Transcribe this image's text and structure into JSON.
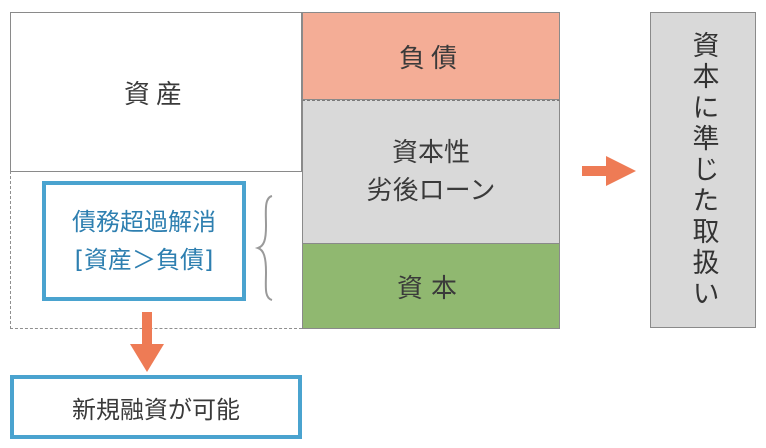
{
  "diagram": {
    "assets_label": "資産",
    "liabilities_label": "負債",
    "sub_loan_line1": "資本性",
    "sub_loan_line2": "劣後ローン",
    "equity_label": "資本",
    "resolve_line1": "債務超過解消",
    "resolve_line2": "[資産＞負債]",
    "new_loan_label": "新規融資が可能",
    "treatment_label": "資本に準じた取扱い"
  },
  "colors": {
    "liabilities": "#f4ad96",
    "sub_loan": "#d9d9d9",
    "equity": "#90b870",
    "accent_arrow": "#ee7b55",
    "accent_border": "#4aa3cf"
  },
  "icons": [
    "right-arrow-icon",
    "down-arrow-icon",
    "brace-icon"
  ]
}
